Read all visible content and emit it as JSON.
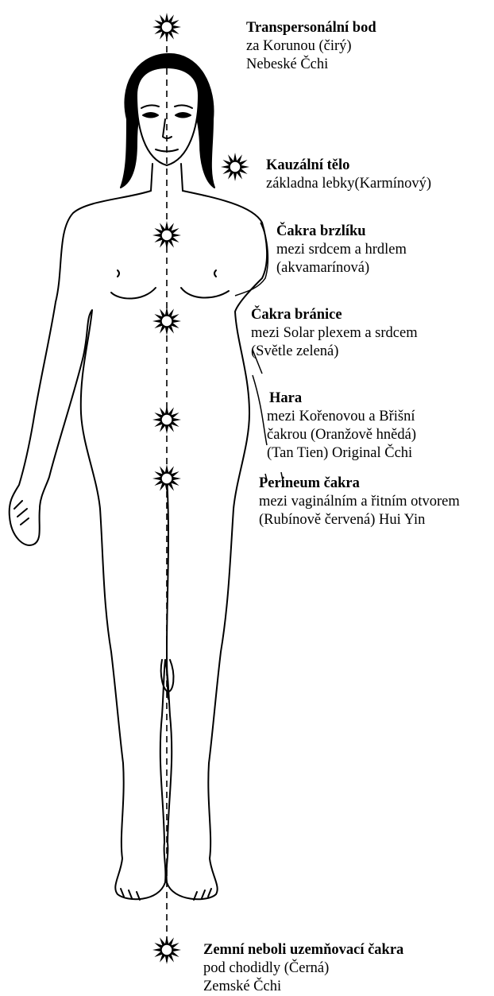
{
  "chakras": [
    {
      "title": "Transpersonální bod",
      "lines": [
        "za Korunou (čirý)",
        "Nebeské Čchi"
      ]
    },
    {
      "title": "Kauzální tělo",
      "lines": [
        "základna lebky(Karmínový)"
      ]
    },
    {
      "title": "Čakra brzlíku",
      "lines": [
        "mezi srdcem a hrdlem",
        "(akvamarínová)"
      ]
    },
    {
      "title": "Čakra bránice",
      "lines": [
        "mezi Solar plexem a srdcem",
        "(Světle zelená)"
      ]
    },
    {
      "title": "Hara",
      "lines": [
        "mezi Kořenovou a Břišní",
        "čakrou (Oranžově hnědá)",
        "(Tan Tien) Original Čchi"
      ]
    },
    {
      "title": "Perineum čakra",
      "lines": [
        "mezi vaginálním a řitním otvorem",
        "(Rubínově červená) Hui Yin"
      ]
    },
    {
      "title": "Zemní neboli uzemňovací čakra",
      "lines": [
        "pod chodidly (Černá)",
        "Zemské Čchi"
      ]
    }
  ],
  "colors": {
    "ink": "#000000",
    "background": "#ffffff"
  },
  "icons": {
    "chakra": "sun-burst-icon"
  }
}
